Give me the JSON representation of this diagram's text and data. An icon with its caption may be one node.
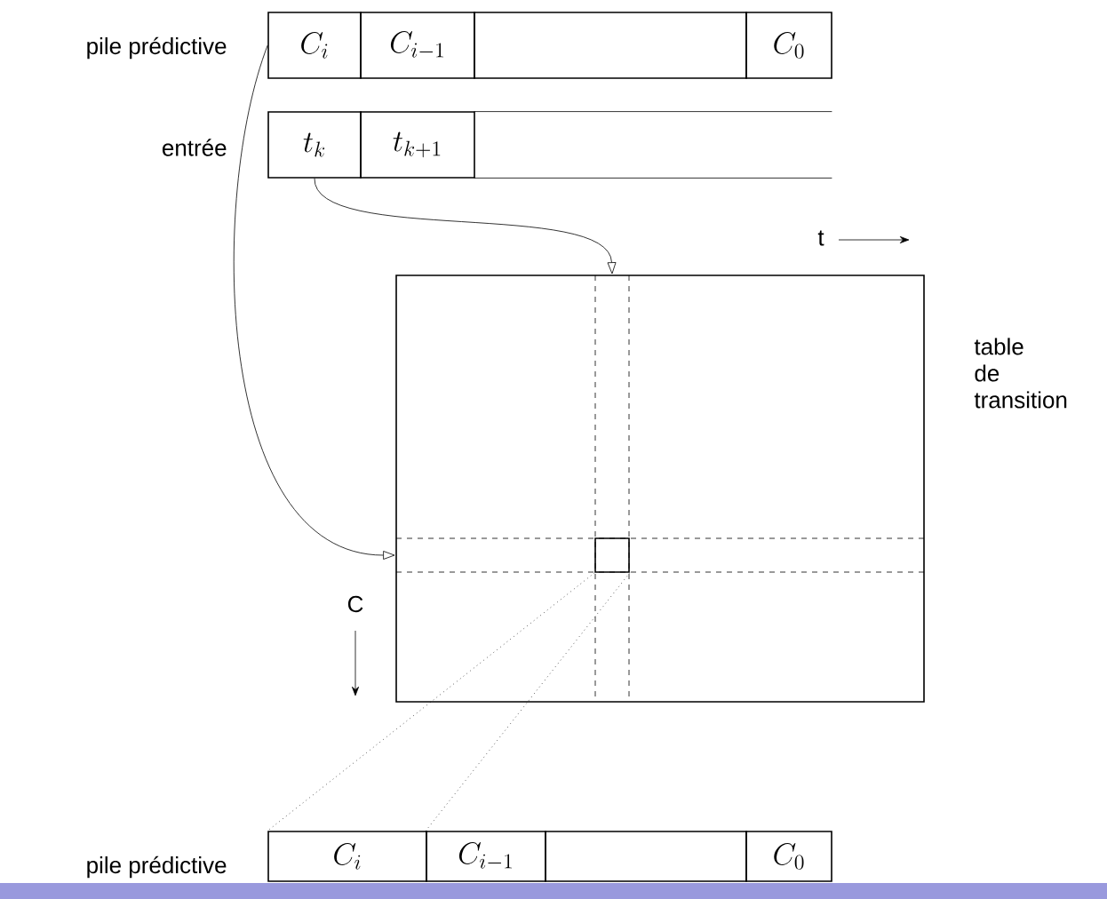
{
  "diagram": {
    "nodes": [
      {
        "text": [
          "C_i"
        ]
      },
      {
        "text": [
          "C_{i-1}"
        ]
      },
      {
        "text": [],
        "shape": "box"
      },
      {
        "text": [
          "C_0"
        ]
      },
      {
        "text": [
          "t_k"
        ]
      },
      {
        "text": [
          "t_{k+1}"
        ]
      },
      {
        "text": [],
        "shape": "box"
      },
      {
        "text": [],
        "shape": "box",
        "beside": [
          "table de transition"
        ]
      },
      {
        "text": [],
        "shape": "box",
        "in": 7
      },
      {
        "text": [
          "C_i"
        ]
      },
      {
        "text": [
          "C_{i-1}"
        ]
      },
      {
        "text": [],
        "shape": "box"
      },
      {
        "text": [
          "C_0"
        ]
      }
    ],
    "edges": [
      {
        "from": 0,
        "to": 7,
        "arrow": "to"
      },
      {
        "from": 4,
        "to": 7,
        "arrow": "to"
      },
      {
        "from": 8,
        "to": 9,
        "arrow": "none",
        "style": "dashed"
      },
      {
        "from": 8,
        "to": 10,
        "arrow": "none",
        "style": "dashed"
      }
    ],
    "labels": [
      "pile prédictive",
      "entrée",
      "t",
      "C",
      "pile prédictive"
    ]
  }
}
